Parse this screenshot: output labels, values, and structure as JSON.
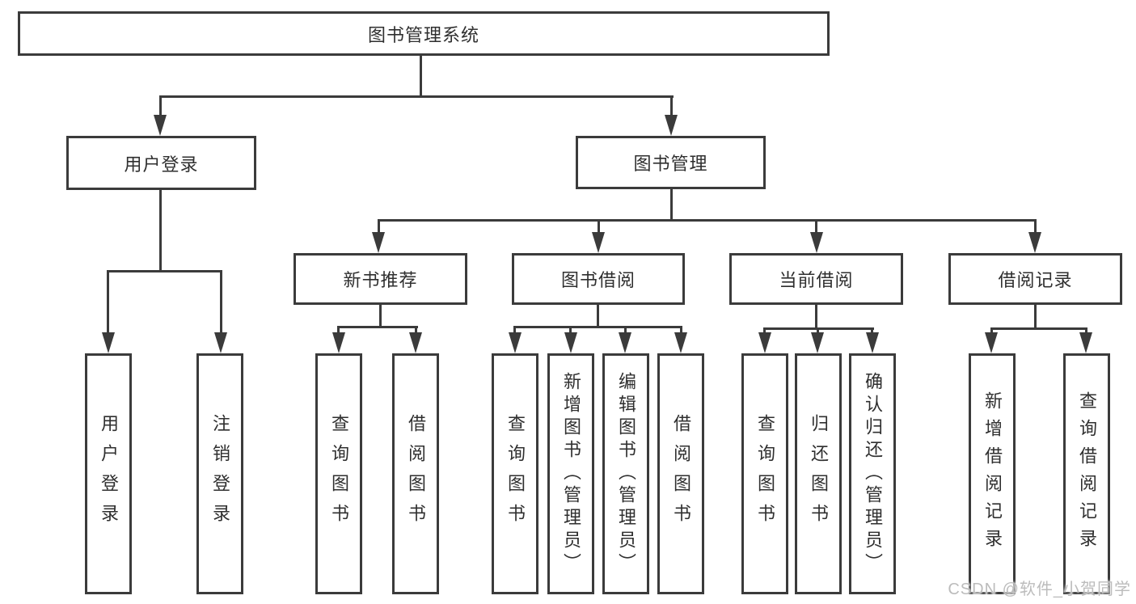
{
  "diagram": {
    "root": "图书管理系统",
    "level2": {
      "login": "用户登录",
      "book_mgmt": "图书管理"
    },
    "login_children": [
      "用户登录",
      "注销登录"
    ],
    "modules": [
      "新书推荐",
      "图书借阅",
      "当前借阅",
      "借阅记录"
    ],
    "new_book_children": [
      "查询图书",
      "借阅图书"
    ],
    "borrow_children": [
      "查询图书",
      "新增图书（管理员）",
      "编辑图书（管理员）",
      "借阅图书"
    ],
    "current_children": [
      "查询图书",
      "归还图书",
      "确认归还（管理员）"
    ],
    "record_children": [
      "新增借阅记录",
      "查询借阅记录"
    ]
  },
  "colors": {
    "line": "#3b3b3b",
    "watermark": "#bcbcbc"
  },
  "watermark": "CSDN @软件_小贺同学"
}
